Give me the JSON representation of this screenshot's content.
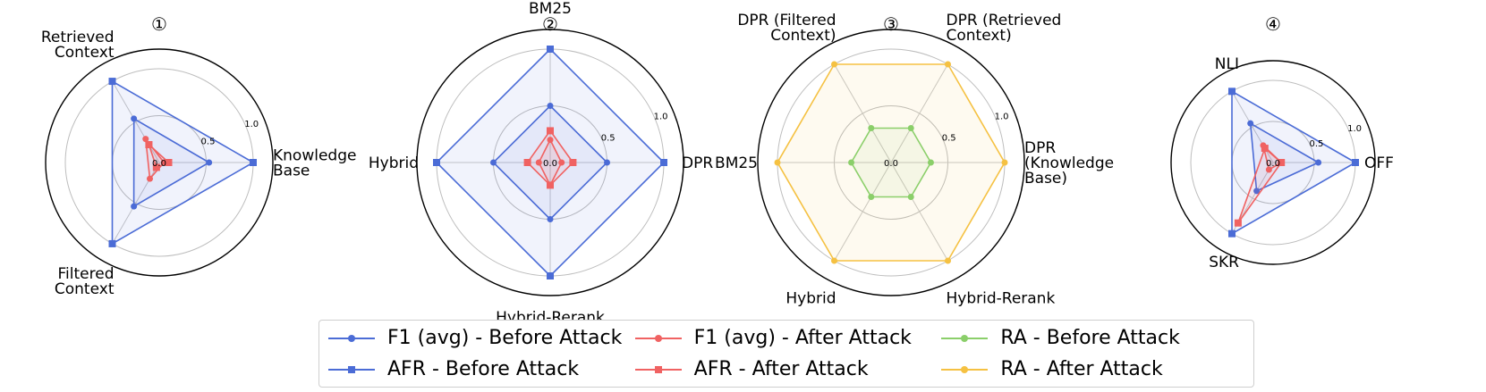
{
  "chart_data": {
    "type": "radar",
    "colors": {
      "blue": "#4b6cd6",
      "red": "#f06262",
      "green": "#8bcf6a",
      "gold": "#f5c142",
      "ring": "#bdbdbd",
      "spoke": "#c8c8c8",
      "outer": "#000000"
    },
    "ring_labels": [
      "0.0",
      "0.5",
      "1.0"
    ],
    "rmax": 1.0,
    "legend": [
      {
        "label": "F1 (avg) - Before Attack",
        "color": "#4b6cd6",
        "marker": "circle"
      },
      {
        "label": "F1 (avg) - After Attack",
        "color": "#f06262",
        "marker": "circle"
      },
      {
        "label": "RA - Before Attack",
        "color": "#8bcf6a",
        "marker": "circle"
      },
      {
        "label": "AFR - Before Attack",
        "color": "#4b6cd6",
        "marker": "square"
      },
      {
        "label": "AFR - After Attack",
        "color": "#f06262",
        "marker": "square"
      },
      {
        "label": "RA - After Attack",
        "color": "#f5c142",
        "marker": "circle"
      }
    ],
    "panels": [
      {
        "title": "①",
        "axes": [
          "Knowledge\nBase",
          "Retrieved\nContext",
          "Filtered\nContext"
        ],
        "start_angle_deg": 0,
        "series": [
          {
            "name": "F1 (avg) - Before Attack",
            "color": "#4b6cd6",
            "marker": "circle",
            "values": [
              0.53,
              0.54,
              0.54
            ],
            "fill": true
          },
          {
            "name": "AFR - Before Attack",
            "color": "#4b6cd6",
            "marker": "square",
            "values": [
              1.0,
              1.0,
              1.0
            ],
            "fill": true
          },
          {
            "name": "F1 (avg) - After Attack",
            "color": "#f06262",
            "marker": "circle",
            "values": [
              0.05,
              0.29,
              0.2
            ],
            "fill": true
          },
          {
            "name": "AFR - After Attack",
            "color": "#f06262",
            "marker": "square",
            "values": [
              0.1,
              0.22,
              0.06
            ],
            "fill": true
          }
        ]
      },
      {
        "title": "②",
        "axes": [
          "DPR",
          "BM25",
          "Hybrid",
          "Hybrid-Rerank"
        ],
        "start_angle_deg": 0,
        "series": [
          {
            "name": "F1 (avg) - Before Attack",
            "color": "#4b6cd6",
            "marker": "circle",
            "values": [
              0.5,
              0.5,
              0.5,
              0.5
            ],
            "fill": true
          },
          {
            "name": "AFR - Before Attack",
            "color": "#4b6cd6",
            "marker": "square",
            "values": [
              1.0,
              1.0,
              1.0,
              1.0
            ],
            "fill": true
          },
          {
            "name": "F1 (avg) - After Attack",
            "color": "#f06262",
            "marker": "circle",
            "values": [
              0.1,
              0.2,
              0.1,
              0.2
            ],
            "fill": true
          },
          {
            "name": "AFR - After Attack",
            "color": "#f06262",
            "marker": "square",
            "values": [
              0.2,
              0.28,
              0.2,
              0.2
            ],
            "fill": true
          }
        ]
      },
      {
        "title": "③",
        "axes": [
          "DPR\n(Knowledge\nBase)",
          "DPR (Retrieved\nContext)",
          "DPR (Filtered\nContext)",
          "BM25",
          "Hybrid",
          "Hybrid-Rerank"
        ],
        "start_angle_deg": 0,
        "series": [
          {
            "name": "RA - After Attack",
            "color": "#f5c142",
            "marker": "circle",
            "values": [
              1.0,
              1.0,
              1.0,
              1.0,
              1.0,
              1.0
            ],
            "fill": true
          },
          {
            "name": "RA - Before Attack",
            "color": "#8bcf6a",
            "marker": "circle",
            "values": [
              0.35,
              0.35,
              0.35,
              0.35,
              0.35,
              0.35
            ],
            "fill": true
          }
        ]
      },
      {
        "title": "④",
        "axes": [
          "OFF",
          "NLI",
          "SKR"
        ],
        "start_angle_deg": 0,
        "series": [
          {
            "name": "F1 (avg) - Before Attack",
            "color": "#4b6cd6",
            "marker": "circle",
            "values": [
              0.55,
              0.55,
              0.4
            ],
            "fill": true
          },
          {
            "name": "AFR - Before Attack",
            "color": "#4b6cd6",
            "marker": "square",
            "values": [
              1.0,
              1.0,
              1.0
            ],
            "fill": true
          },
          {
            "name": "F1 (avg) - After Attack",
            "color": "#f06262",
            "marker": "circle",
            "values": [
              0.1,
              0.24,
              0.1
            ],
            "fill": true
          },
          {
            "name": "AFR - After Attack",
            "color": "#f06262",
            "marker": "square",
            "values": [
              0.1,
              0.2,
              0.85
            ],
            "fill": true
          }
        ]
      }
    ]
  }
}
